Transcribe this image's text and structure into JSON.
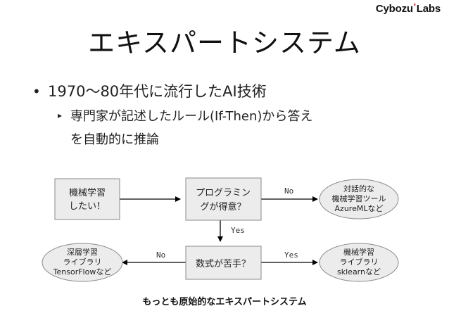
{
  "logo": {
    "brand": "Cybozu",
    "suffix": "Labs"
  },
  "slide": {
    "title": "エキスパートシステム",
    "bullet1": "1970～80年代に流行したAI技術",
    "bullet2_line1": "専門家が記述したルール(If-Then)から答え",
    "bullet2_line2": "を自動的に推論"
  },
  "flowchart": {
    "start": {
      "line1": "機械学習",
      "line2": "したい！"
    },
    "q1": {
      "line1": "プログラミン",
      "line2": "グが得意？"
    },
    "q2": {
      "line1": "数式が苦手？"
    },
    "out_interactive": {
      "line1": "対話的な",
      "line2": "機械学習ツール",
      "line3": "AzureMLなど"
    },
    "out_deep": {
      "line1": "深層学習",
      "line2": "ライブラリ",
      "line3": "TensorFlowなど"
    },
    "out_ml": {
      "line1": "機械学習",
      "line2": "ライブラリ",
      "line3": "sklearnなど"
    },
    "labels": {
      "q1_no": "No",
      "q1_yes": "Yes",
      "q2_no": "No",
      "q2_yes": "Yes"
    },
    "colors": {
      "box_fill": "#ececec",
      "box_stroke": "#8a8a8a",
      "arrow": "#000000"
    }
  },
  "caption": "もっとも原始的なエキスパートシステム"
}
